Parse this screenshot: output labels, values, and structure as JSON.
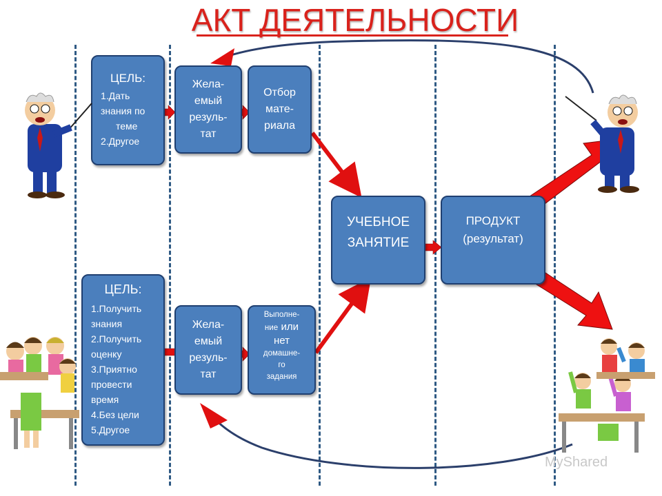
{
  "title": "АКТ ДЕЯТЕЛЬНОСТИ",
  "teacher_goal": {
    "heading": "ЦЕЛЬ:",
    "items": [
      "1.Дать",
      "знания по",
      "теме",
      "2.Другое"
    ]
  },
  "teacher_desired": [
    "Жела-",
    "емый",
    "резуль-",
    "тат"
  ],
  "teacher_selection": [
    "Отбор",
    "мате-",
    "риала"
  ],
  "lesson": [
    "УЧЕБНОЕ",
    "ЗАНЯТИЕ"
  ],
  "product": [
    "ПРОДУКТ",
    "(результат)"
  ],
  "student_goal": {
    "heading": "ЦЕЛЬ:",
    "items": [
      "1.Получить",
      "знания",
      "2.Получить",
      "оценку",
      "3.Приятно",
      "провести",
      "время",
      "4.Без цели",
      "5.Другое"
    ]
  },
  "student_desired": [
    "Жела-",
    "емый",
    "резуль-",
    "тат"
  ],
  "homework": {
    "line1": "Выполне-",
    "line2a": "ние",
    "line2b": "или",
    "line3": "нет",
    "line4": "домашне-",
    "line5": "го",
    "line6": "задания"
  },
  "watermark": "MyShared",
  "colors": {
    "box_fill": "#4b7fbd",
    "box_border": "#1f3f70",
    "arrow_red": "#e01010",
    "title_red": "#d9221c",
    "dashed_line": "#2f5a84"
  },
  "icons": [
    "teacher-figure",
    "students-classroom"
  ]
}
